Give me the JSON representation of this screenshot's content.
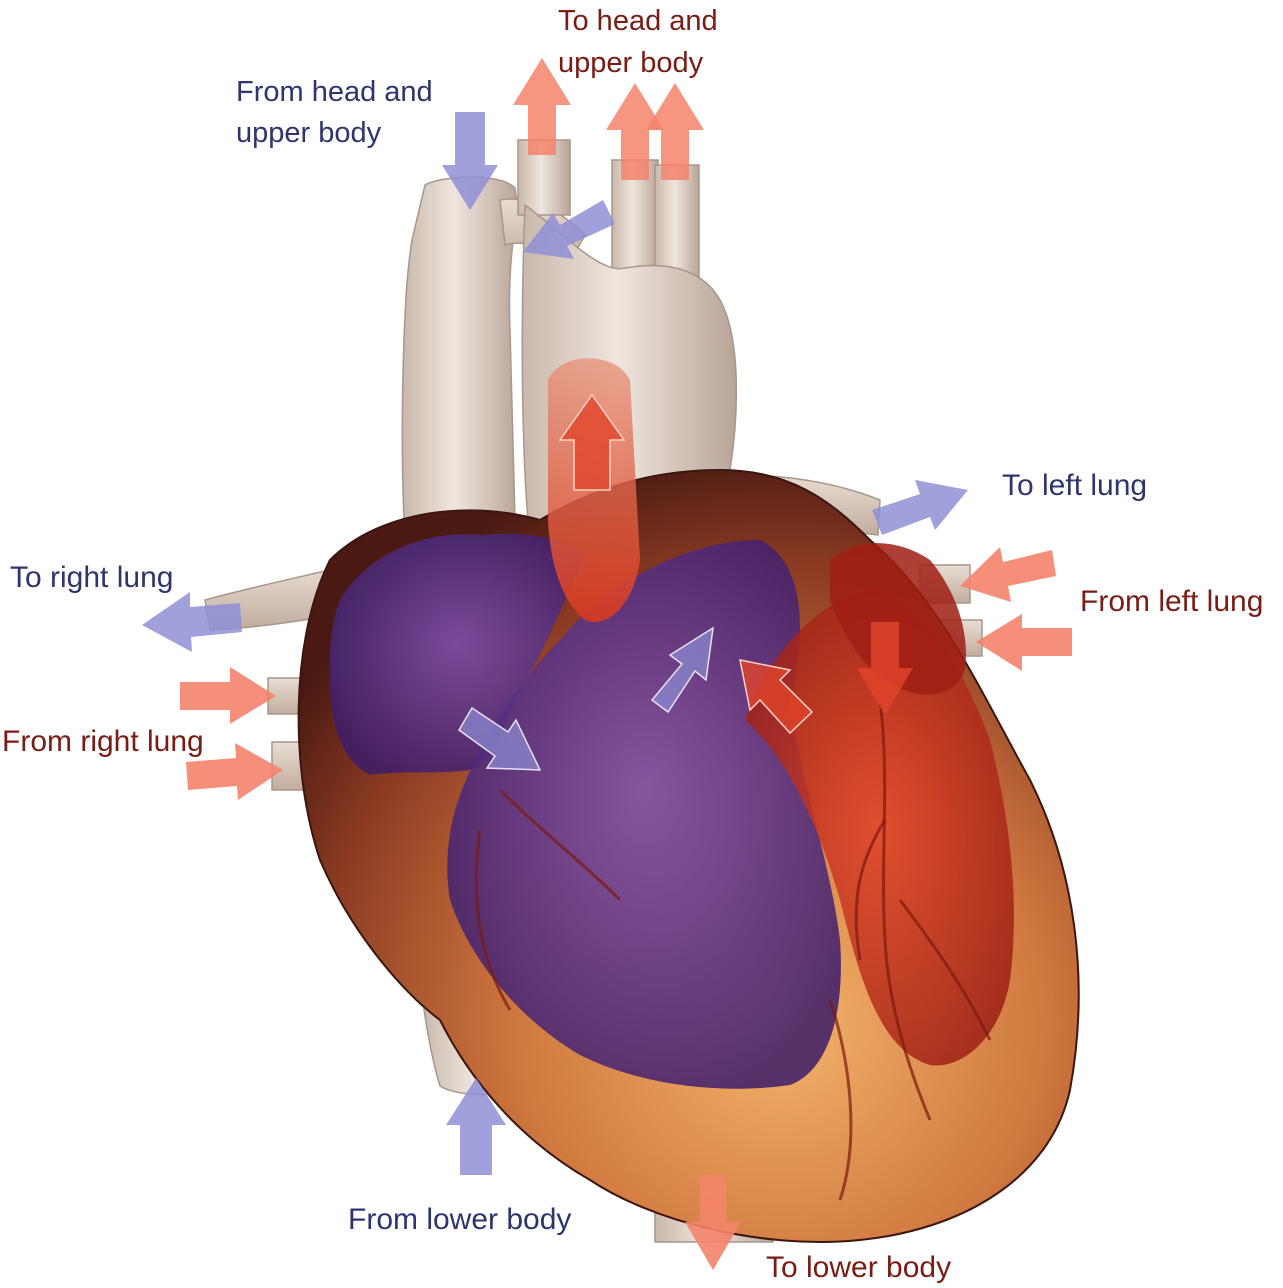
{
  "labels": {
    "to_head_upper_body": [
      "To head and",
      "upper body"
    ],
    "from_head_upper_body": [
      "From head and",
      "upper body"
    ],
    "to_left_lung": "To left lung",
    "to_right_lung": "To right lung",
    "from_left_lung": "From left lung",
    "from_right_lung": "From right lung",
    "from_lower_body": "From lower body",
    "to_lower_body": "To lower body"
  },
  "colors": {
    "oxygenated_arrow": "#f4836a",
    "deoxygenated_arrow": "#8e8fd6",
    "oxygenated_text": "#7a1c14",
    "deoxygenated_text": "#2e3470",
    "vessel": "#e2d6cc",
    "right_heart_overlay": "#5a2d8c",
    "left_heart_overlay": "#c8301e",
    "heart_surface": "#c97a4a"
  }
}
